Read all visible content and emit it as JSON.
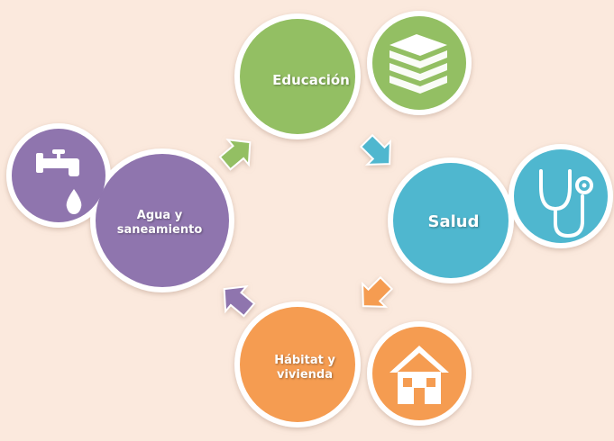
{
  "nodes": {
    "educacion": {
      "label": "Educación",
      "icon": "books-icon",
      "color": "#93bf63"
    },
    "salud": {
      "label": "Salud",
      "icon": "stethoscope-icon",
      "color": "#4fb7cf"
    },
    "habitat": {
      "label": "Hábitat y\nvivienda",
      "icon": "house-icon",
      "color": "#f59c51"
    },
    "agua": {
      "label": "Agua y\nsaneamiento",
      "icon": "faucet-drop-icon",
      "color": "#8f74ae"
    }
  },
  "arrows": [
    {
      "from": "agua",
      "to": "educacion",
      "color": "#93bf63"
    },
    {
      "from": "educacion",
      "to": "salud",
      "color": "#4fb7cf"
    },
    {
      "from": "salud",
      "to": "habitat",
      "color": "#f59c51"
    },
    {
      "from": "habitat",
      "to": "agua",
      "color": "#8f74ae"
    }
  ],
  "background": "#fbe9dd"
}
